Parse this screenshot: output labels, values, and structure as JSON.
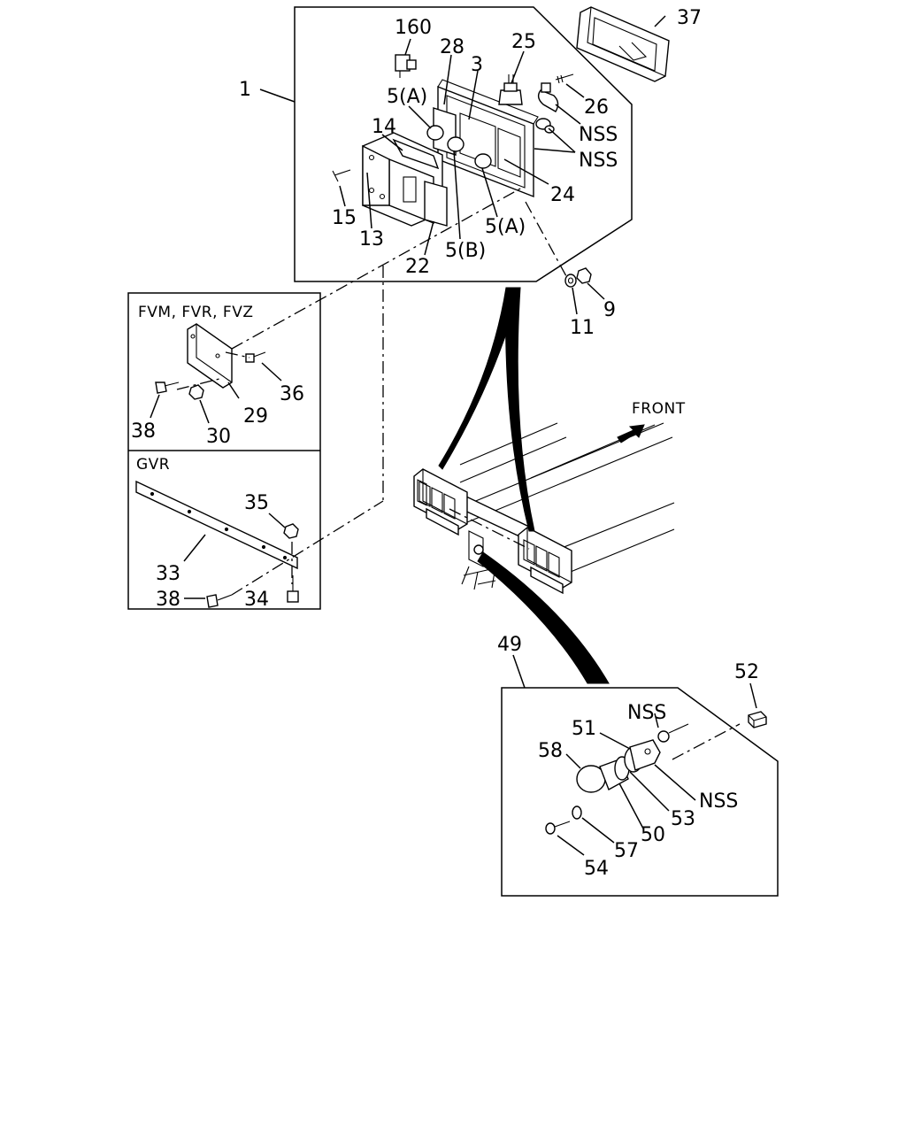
{
  "groups": {
    "fvm": "FVM, FVR, FVZ",
    "gvr": "GVR",
    "front": "FRONT"
  },
  "labels": {
    "l1": "1",
    "l160": "160",
    "l28": "28",
    "l3": "3",
    "l25": "25",
    "l37": "37",
    "l5a1": "5(A)",
    "l14": "14",
    "l26": "26",
    "nss1": "NSS",
    "nss2": "NSS",
    "l15": "15",
    "l13": "13",
    "l22": "22",
    "l5b": "5(B)",
    "l5a2": "5(A)",
    "l24": "24",
    "l11": "11",
    "l9": "9",
    "l36": "36",
    "l38a": "38",
    "l29": "29",
    "l30": "30",
    "l35": "35",
    "l33": "33",
    "l38b": "38",
    "l34": "34",
    "l49": "49",
    "l52": "52",
    "nss3": "NSS",
    "l51": "51",
    "l58": "58",
    "nss4": "NSS",
    "l53": "53",
    "l50": "50",
    "l57": "57",
    "l54": "54"
  }
}
